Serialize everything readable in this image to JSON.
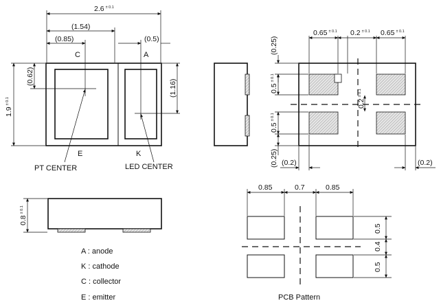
{
  "top_view": {
    "width": {
      "value": "2.6",
      "tol": "± 0.1"
    },
    "height": {
      "value": "1.9",
      "tol": "± 0.1"
    },
    "offset_c": "(1.54)",
    "c_half": "(0.85)",
    "a_half": "(0.5)",
    "c_vert": "(0.62)",
    "a_vert": "(1.16)",
    "pin_c": "C",
    "pin_a": "A",
    "pin_e": "E",
    "pin_k": "K",
    "pt_center": "PT CENTER",
    "led_center": "LED CENTER"
  },
  "side_view": {
    "thickness": {
      "value": "0.8",
      "tol": "± 0.1"
    }
  },
  "bottom_view": {
    "pad_w_left": {
      "value": "0.65",
      "tol": "± 0.1"
    },
    "gap": {
      "value": "0.2",
      "tol": "± 0.1"
    },
    "pad_w_right": {
      "value": "0.65",
      "tol": "± 0.1"
    },
    "top_margin": "(0.25)",
    "pad_h_top": {
      "value": "0.5",
      "tol": "± 0.1"
    },
    "pad_h_bottom": {
      "value": "0.5",
      "tol": "± 0.1"
    },
    "mid_gap": {
      "value": "0.2",
      "tol": "± 0.1"
    },
    "bottom_margin": "(0.25)",
    "left_margin": "(0.2)",
    "right_margin": "(0.2)"
  },
  "legend": [
    "A : anode",
    "K : cathode",
    "C : collector",
    "E : emitter"
  ],
  "pcb": {
    "title": "PCB Pattern",
    "w1": "0.85",
    "gap": "0.7",
    "w2": "0.85",
    "h1": "0.5",
    "hgap": "0.4",
    "h2": "0.5"
  }
}
